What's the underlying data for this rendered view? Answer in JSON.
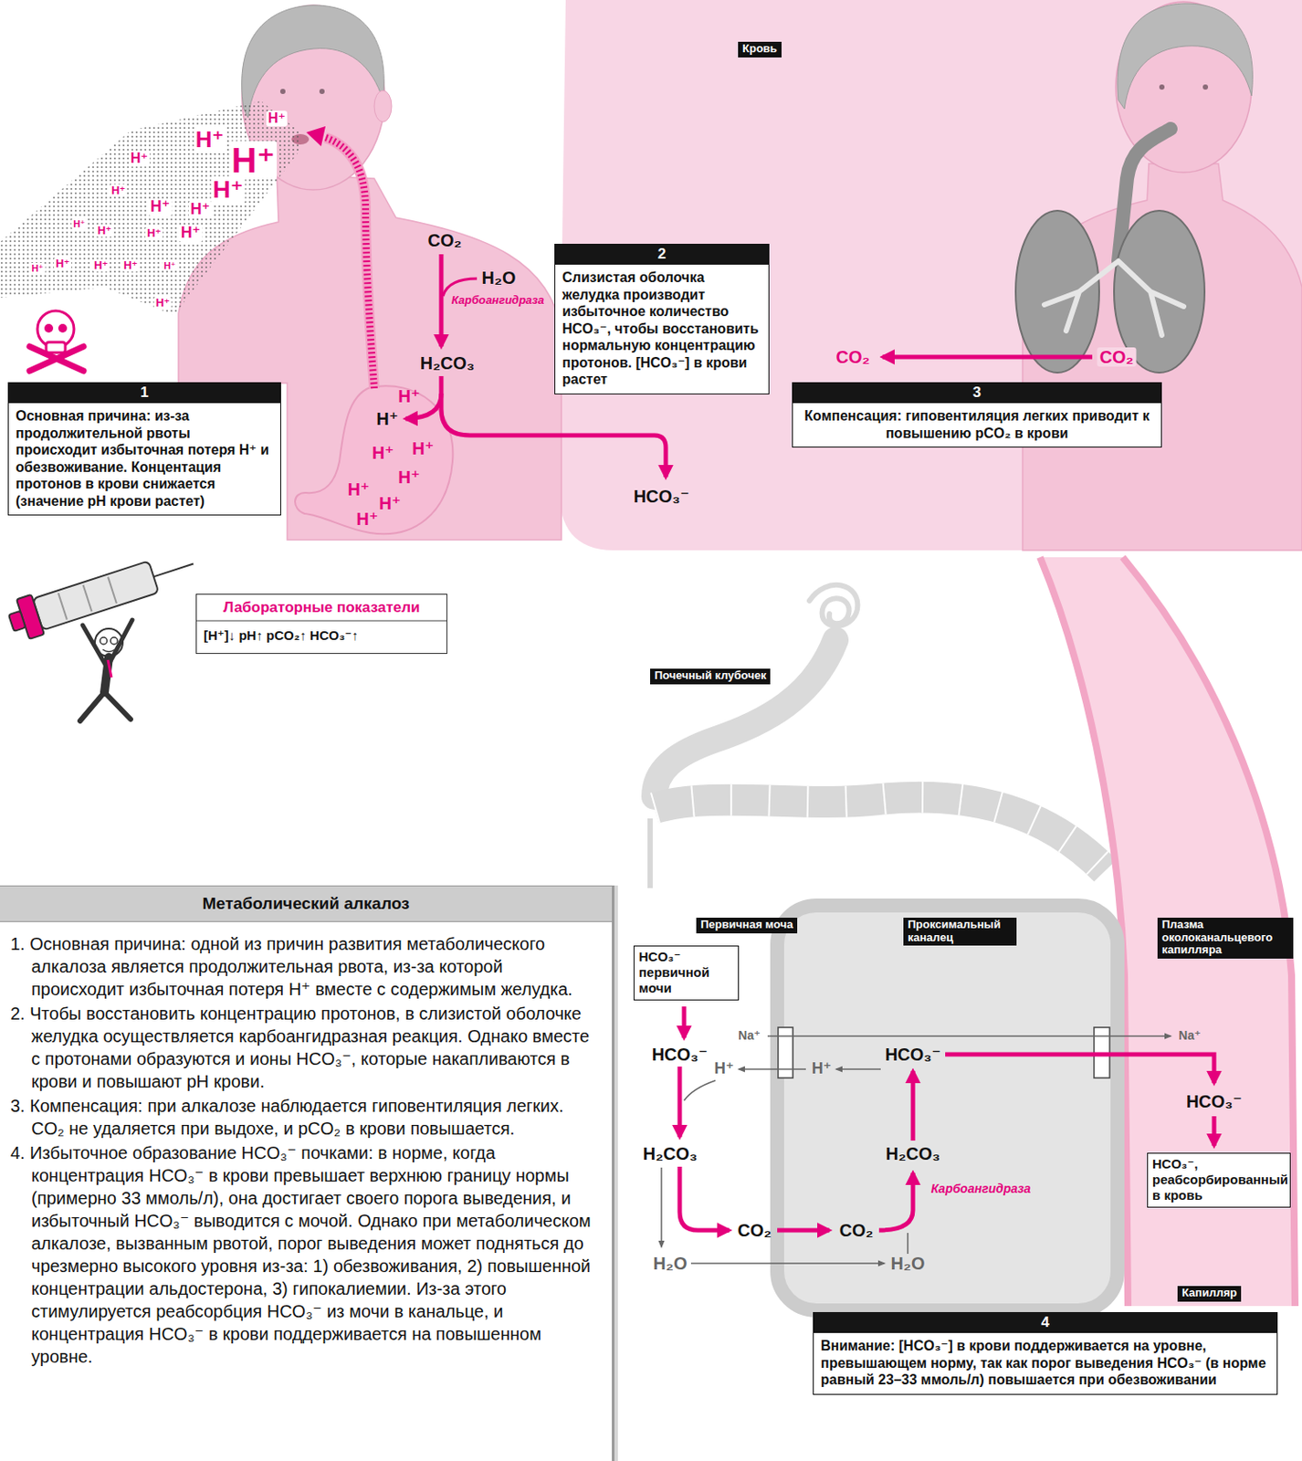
{
  "diagram": {
    "nodes": [
      {
        "text": [
          "Кровь"
        ]
      },
      {
        "text": [
          "1",
          "Основная причина: из-за продолжительной рвоты происходит избыточная потеря H⁺ и обезвоживание. Концентация протонов в крови снижается (значение pH крови растет)"
        ]
      },
      {
        "text": [
          "2",
          "Слизистая оболочка желудка производит избыточное количество HCO₃⁻, чтобы восстановить нормальную концентрацию протонов. [HCO₃⁻] в крови растет"
        ]
      },
      {
        "text": [
          "3",
          "Компенсация: гиповентиляция легких приводит к повышению pCO₂ в крови"
        ]
      },
      {
        "text": [
          "Лабораторные показатели",
          "[H⁺]↓ pH↑ pCO₂↑ HCO₃⁻↑"
        ]
      },
      {
        "text": [
          "Почечный клубочек"
        ]
      },
      {
        "text": [
          "Метаболический алкалоз",
          "1. Основная причина: одной из причин развития метаболического алкалоза является продолжительная рвота, из-за которой происходит избыточная потеря H⁺ вместе с содержимым желудка.",
          "2. Чтобы восстановить концентрацию протонов, в слизистой оболочке желудка осуществляется карбоангидразная реакция. Однако вместе с протонами образуются и ионы HCO₃⁻, которые накапливаются в крови и повышают pH крови.",
          "3. Компенсация: при алкалозе наблюдается гиповентиляция легких. CO₂ не удаляется при выдохе, и pCO₂ в крови повышается.",
          "4. Избыточное образование HCO₃⁻ почками: в норме, когда концентрация HCO₃⁻ в крови превышает верхнюю границу нормы (примерно 33 ммоль/л), она достигает своего порога выведения, и избыточный HCO₃⁻ выводится с мочой. Однако при метаболическом алкалозе, вызванным рвотой, порог выведения может подняться до чрезмерно высокого уровня из-за: 1) обезвоживания, 2) повышенной концентрации альдостерона, 3) гипокалиемии. Из-за этого стимулируется реабсорбция HCO₃⁻ из мочи в канальце, и концентрация HCO₃⁻ в крови поддерживается на повышенном уровне."
        ]
      },
      {
        "text": [
          "Первичная моча"
        ]
      },
      {
        "text": [
          "Проксимальный каналец"
        ]
      },
      {
        "text": [
          "Плазма околоканальцевого капилляра"
        ]
      },
      {
        "text": [
          "HCO₃⁻ первичной мочи"
        ]
      },
      {
        "text": [
          "HCO₃⁻, реабсорбированный в кровь"
        ]
      },
      {
        "text": [
          "Капилляр"
        ]
      },
      {
        "text": [
          "4",
          "Внимание: [HCO₃⁻] в крови поддерживается на уровне, превышающем норму, так как порог выведения HCO₃⁻ (в норме равный 23–33 ммоль/л) повышается при обезвоживании"
        ]
      }
    ],
    "labels": [
      "H⁺",
      "H⁺",
      "H⁺",
      "H⁺",
      "H⁺",
      "H⁺",
      "H⁺",
      "H⁺",
      "H⁺",
      "H⁺",
      "H⁺",
      "H⁺",
      "H⁺",
      "H⁺",
      "H⁺",
      "H⁺",
      "H⁺",
      "H⁺",
      "CO₂",
      "H₂O",
      "Карбоангидраза",
      "H₂CO₃",
      "H⁺",
      "H⁺",
      "H⁺",
      "H⁺",
      "H⁺",
      "H⁺",
      "H⁺",
      "H⁺",
      "HCO₃⁻",
      "CO₂",
      "CO₂",
      "HCO₃⁻",
      "H⁺",
      "Na⁺",
      "H⁺",
      "HCO₃⁻",
      "Na⁺",
      "HCO₃⁻",
      "H₂CO₃",
      "H₂CO₃",
      "Карбоангидраза",
      "CO₂",
      "CO₂",
      "H₂O",
      "H₂O"
    ]
  }
}
